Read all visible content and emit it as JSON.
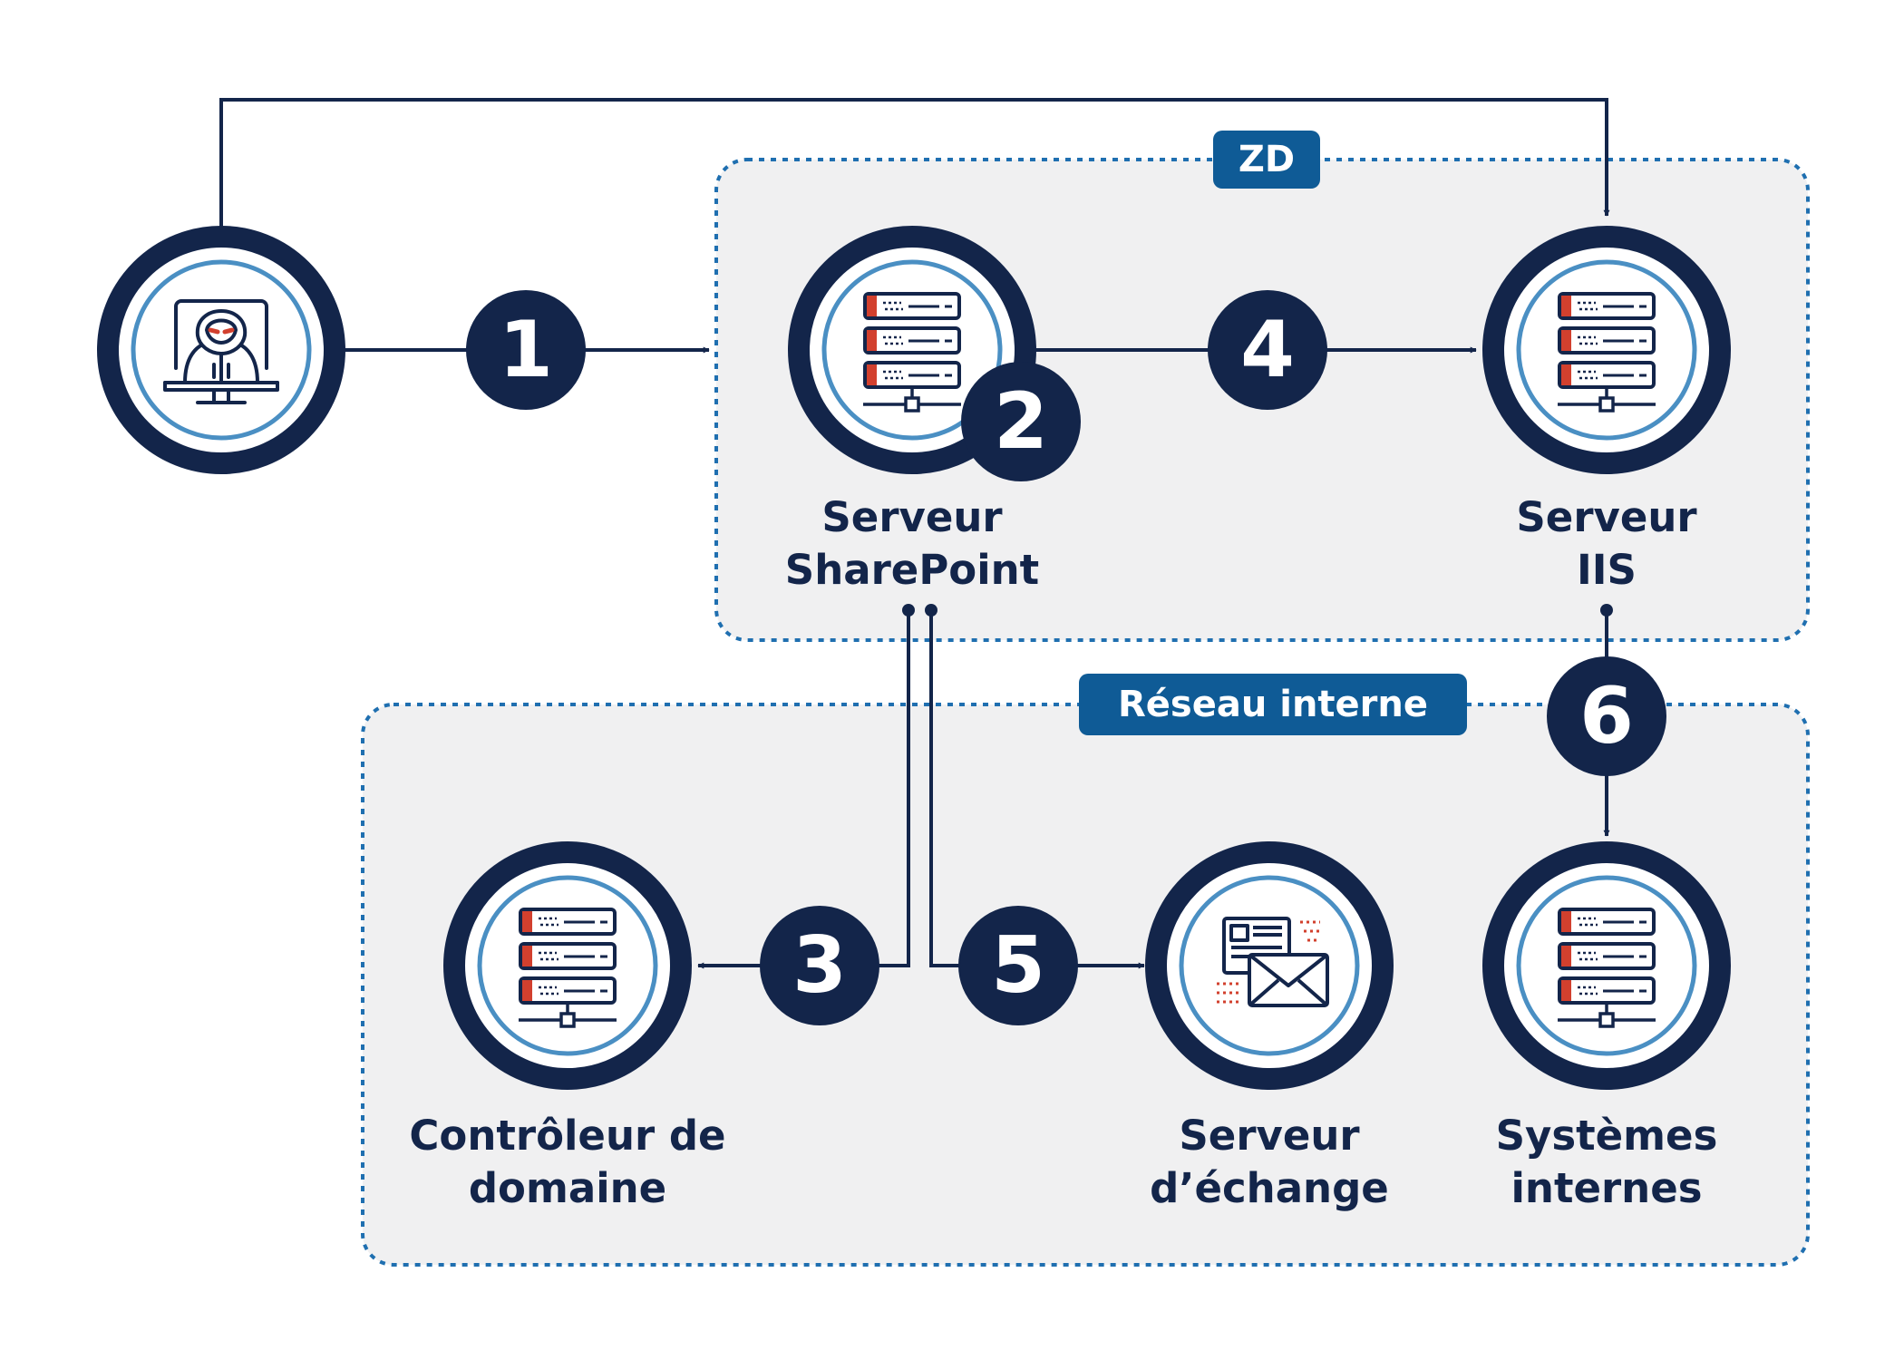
{
  "zones": {
    "dmz": {
      "label": "ZD"
    },
    "internal": {
      "label": "Réseau interne"
    }
  },
  "nodes": {
    "attacker": {
      "icon": "hooded-hacker-monitor-icon"
    },
    "sharepoint": {
      "line1": "Serveur",
      "line2": "SharePoint",
      "icon": "server-rack-icon"
    },
    "iis": {
      "line1": "Serveur",
      "line2": "IIS",
      "icon": "server-rack-icon"
    },
    "domain_controller": {
      "line1": "Contrôleur de",
      "line2": "domaine",
      "icon": "server-rack-icon"
    },
    "exchange": {
      "line1": "Serveur",
      "line2": "d’échange",
      "icon": "mail-envelope-icon"
    },
    "internal_systems": {
      "line1": "Systèmes",
      "line2": "internes",
      "icon": "server-rack-icon"
    }
  },
  "steps": [
    "1",
    "2",
    "3",
    "4",
    "5",
    "6"
  ],
  "colors": {
    "navy": "#13254a",
    "ring_blue": "#4a8fc3",
    "zone_tag": "#0f5b96",
    "zone_border": "#1f6fb0",
    "zone_fill": "#f0f0f1",
    "accent_red": "#d2402e"
  }
}
